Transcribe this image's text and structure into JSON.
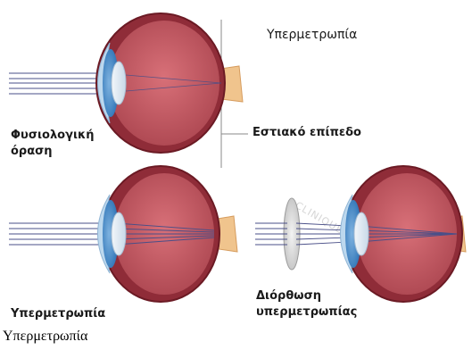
{
  "diagram": {
    "title": "Υπερμετρωπία",
    "panels": [
      {
        "label_lines": [
          "Φυσιολογική",
          "όραση"
        ]
      },
      {
        "label_lines": [
          "Υπερμετρωπία"
        ]
      },
      {
        "label_lines": [
          "Διόρθωση",
          "υπερμετρωπίας"
        ]
      }
    ],
    "focal_plane_label": "Εστιακό επίπεδο",
    "watermark": "CLINIQUE LASIK"
  },
  "caption": "Υπερμετρωπία",
  "colors": {
    "sclera_outer": "#6b1a24",
    "sclera": "#8f2c38",
    "vitreous": "#c65a62",
    "cornea": "#bcd8ee",
    "iris": "#2f74b6",
    "lens": "#dde8f2",
    "optic_nerve": "#f0c48d",
    "light_ray": "#4a4f88"
  }
}
